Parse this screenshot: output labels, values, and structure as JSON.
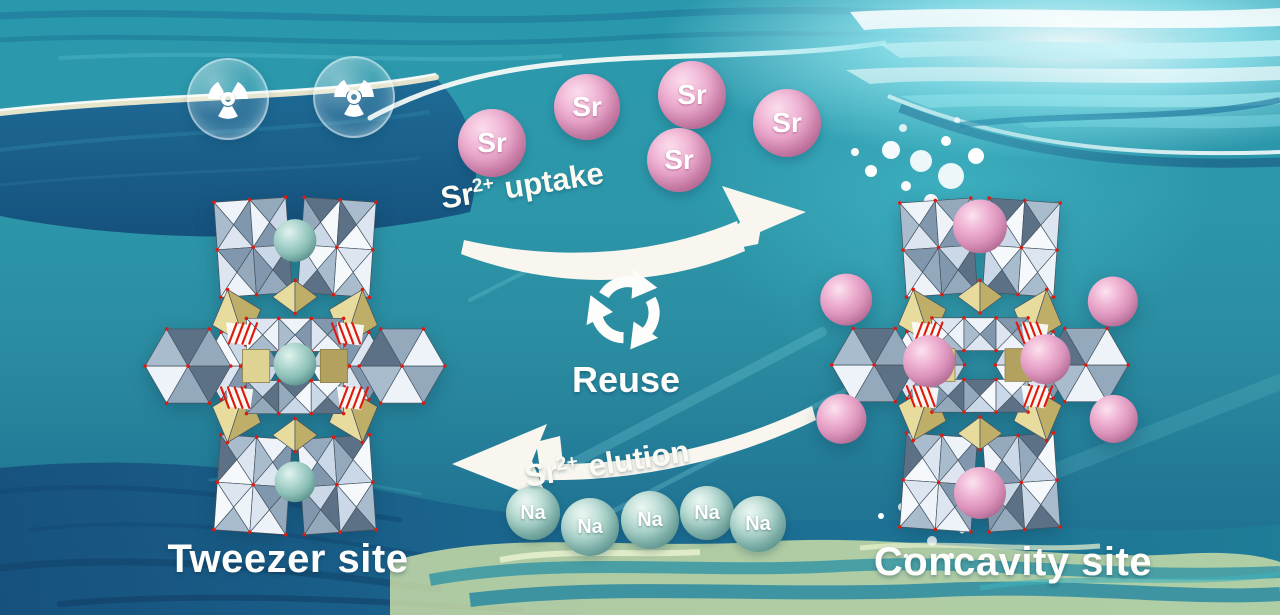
{
  "labels": {
    "uptake": {
      "element": "Sr",
      "charge": "2+",
      "word": "uptake"
    },
    "elution": {
      "element": "Sr",
      "charge": "2+",
      "word": "elution"
    },
    "reuse": "Reuse",
    "tweezer_site": "Tweezer site",
    "concavity_site": "Concavity site"
  },
  "ions": {
    "sr": {
      "symbol": "Sr",
      "free_count": 5,
      "color": "#E79FC4"
    },
    "na": {
      "symbol": "Na",
      "free_count": 5,
      "color": "#8FC6BE"
    }
  },
  "clusters": {
    "left": {
      "site": "Tweezer site",
      "bound_spheres": 3,
      "sphere_color": "#8CC5BC"
    },
    "right": {
      "site": "Concavity site",
      "bound_spheres": 8,
      "sphere_color": "#E39FC3"
    }
  },
  "icons": {
    "radiation": "☢",
    "recycle": "♻"
  },
  "colors": {
    "water": "#2B93A6",
    "deep_water": "#1A5C88",
    "sun_glint": "#BFF0F6",
    "sand_bank": "#CFE0A8",
    "arrow": "#F8F6EF",
    "polyhedra_blue": "#C3D2E2",
    "polyhedra_gold": "#D9C87E",
    "vertex_red": "#E0190E"
  }
}
